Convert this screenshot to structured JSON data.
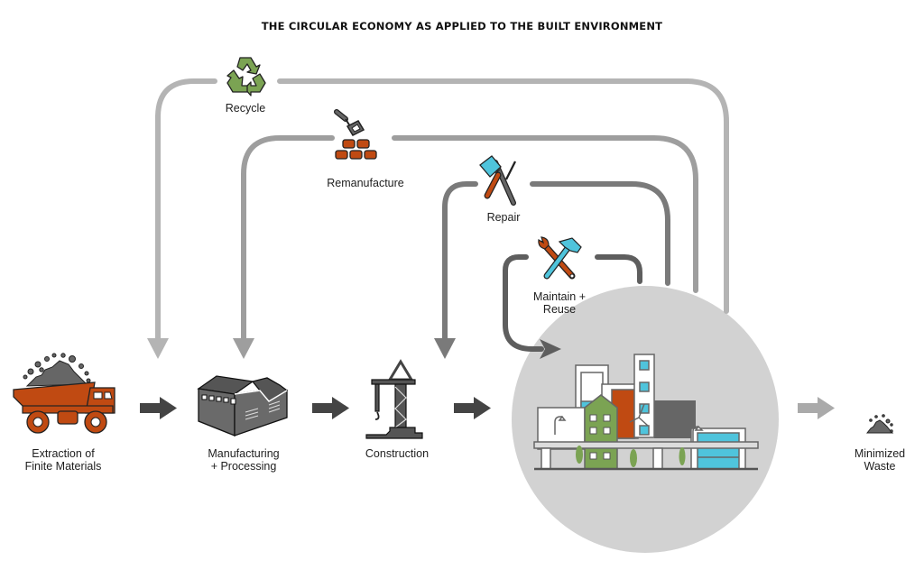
{
  "title": "THE CIRCULAR ECONOMY AS APPLIED TO THE BUILT ENVIRONMENT",
  "linear_flow": {
    "stages": [
      {
        "id": "extraction",
        "icon": "dump-truck-icon",
        "label_lines": [
          "Extraction of",
          "Finite Materials"
        ]
      },
      {
        "id": "manufacturing",
        "icon": "factory-icon",
        "label_lines": [
          "Manufacturing",
          "+ Processing"
        ]
      },
      {
        "id": "construction",
        "icon": "crane-icon",
        "label_lines": [
          "Construction"
        ]
      },
      {
        "id": "built-environment",
        "icon": "city-buildings-icon",
        "label_lines": []
      },
      {
        "id": "waste",
        "icon": "waste-pile-icon",
        "label_lines": [
          "Minimized",
          "Waste"
        ]
      }
    ]
  },
  "loops": [
    {
      "id": "recycle",
      "icon": "recycle-icon",
      "label_lines": [
        "Recycle"
      ],
      "returns_to": "extraction-to-manufacturing",
      "color": "#b4b4b4"
    },
    {
      "id": "remanufacture",
      "icon": "trowel-bricks-icon",
      "label_lines": [
        "Remanufacture"
      ],
      "returns_to": "manufacturing",
      "color": "#9a9a9a"
    },
    {
      "id": "repair",
      "icon": "brush-screwdriver-icon",
      "label_lines": [
        "Repair"
      ],
      "returns_to": "construction",
      "color": "#7a7a7a"
    },
    {
      "id": "maintain-reuse",
      "icon": "wrench-hammer-icon",
      "label_lines": [
        "Maintain +",
        "Reuse"
      ],
      "returns_to": "built-environment",
      "color": "#5e5e5e"
    }
  ],
  "colors": {
    "dark_arrow": "#444444",
    "light_arrow": "#a8a8a8",
    "circle": "#d2d2d2",
    "rust": "#c04a12",
    "green": "#7ba353",
    "blue": "#4fc4dc",
    "icon_gray": "#6a6a6a"
  }
}
